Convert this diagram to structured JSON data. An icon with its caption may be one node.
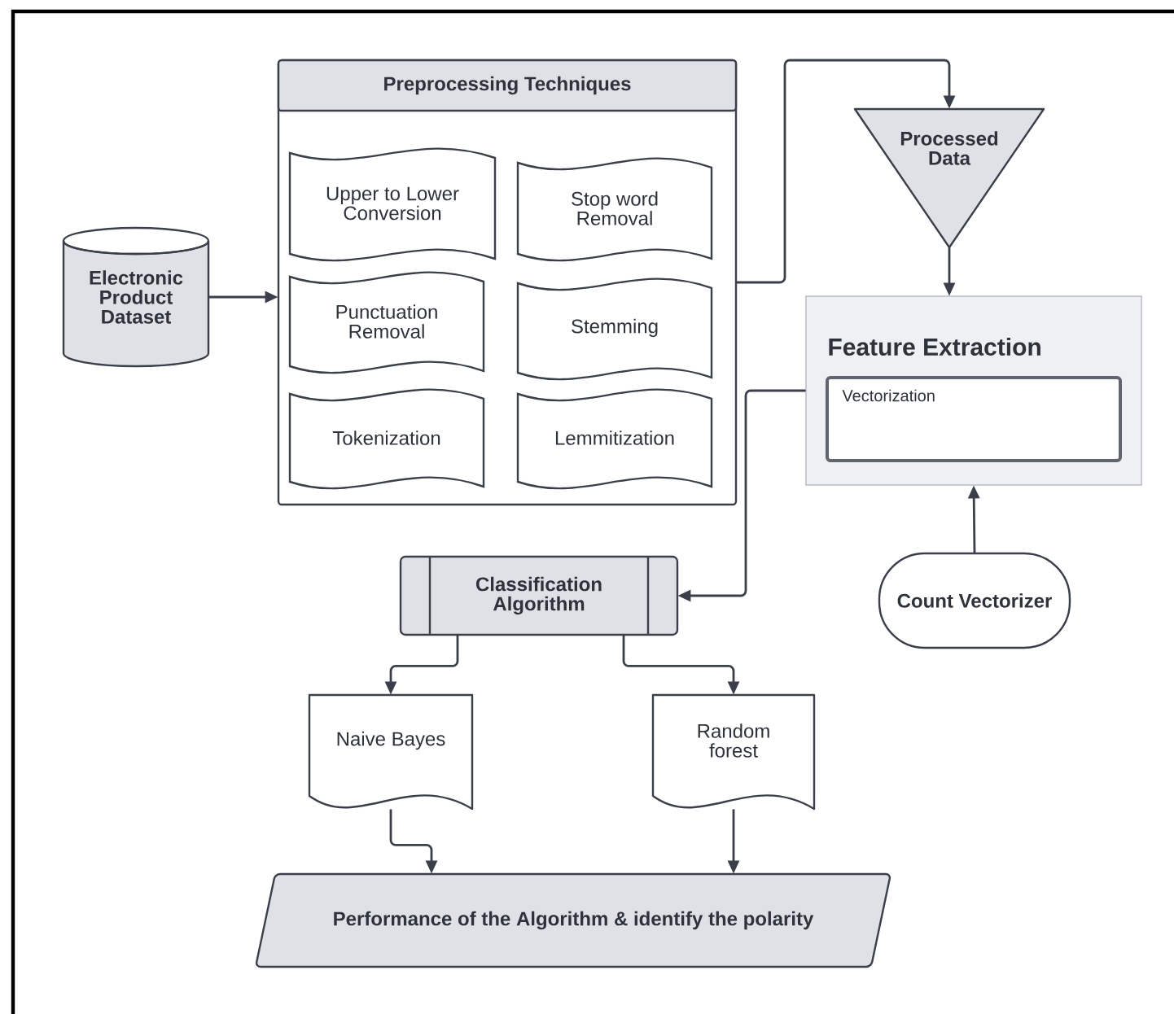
{
  "diagram": {
    "nodes": [
      {
        "text": [
          "Electronic Product Dataset"
        ]
      },
      {
        "text": [
          "Preprocessing Techniques"
        ]
      },
      {
        "text": [
          "Upper to Lower Conversion"
        ],
        "in": 1
      },
      {
        "text": [
          "Stop word Removal"
        ],
        "in": 1
      },
      {
        "text": [
          "Punctuation Removal"
        ],
        "in": 1
      },
      {
        "text": [
          "Stemming"
        ],
        "in": 1
      },
      {
        "text": [
          "Tokenization"
        ],
        "in": 1
      },
      {
        "text": [
          "Lemmitization"
        ],
        "in": 1
      },
      {
        "text": [
          "Processed Data"
        ]
      },
      {
        "text": [
          "Feature Extraction"
        ]
      },
      {
        "text": [
          "Vectorization"
        ],
        "in": 9
      },
      {
        "text": [
          "Count Vectorizer"
        ]
      },
      {
        "text": [
          "Classification Algorithm"
        ]
      },
      {
        "text": [
          "Naive Bayes"
        ]
      },
      {
        "text": [
          "Random forest"
        ]
      },
      {
        "text": [
          "Performance of the Algorithm & identify the polarity"
        ]
      }
    ],
    "edges": [
      {
        "from": 0,
        "to": 1,
        "arrow": "to"
      },
      {
        "from": 1,
        "to": 8,
        "arrow": "to"
      },
      {
        "from": 8,
        "to": 9,
        "arrow": "to"
      },
      {
        "from": 11,
        "to": 9,
        "arrow": "to"
      },
      {
        "from": 9,
        "to": 12,
        "arrow": "to"
      },
      {
        "from": 12,
        "to": 13,
        "arrow": "to"
      },
      {
        "from": 12,
        "to": 14,
        "arrow": "to"
      },
      {
        "from": 13,
        "to": 15,
        "arrow": "to"
      },
      {
        "from": 14,
        "to": 15,
        "arrow": "to"
      }
    ]
  }
}
